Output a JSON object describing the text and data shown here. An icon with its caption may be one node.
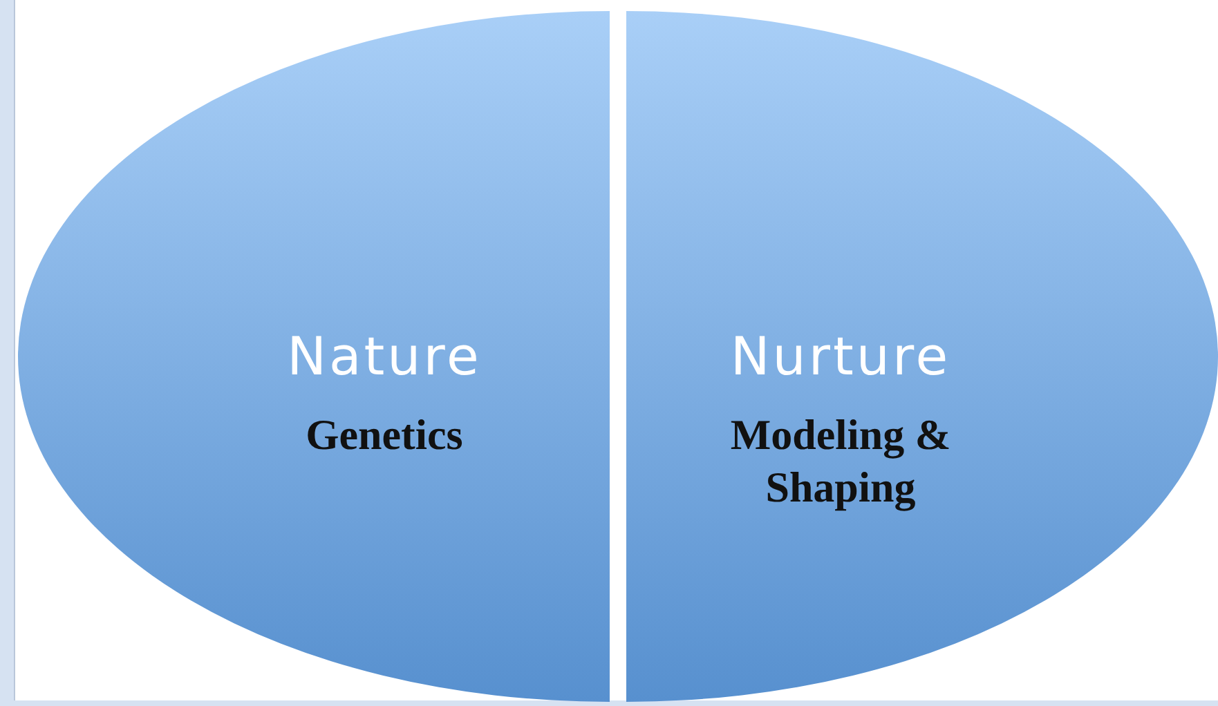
{
  "diagram": {
    "nodes": [
      {
        "text": [
          "Nature",
          "Genetics"
        ]
      },
      {
        "text": [
          "Nurture",
          "Modeling & Shaping"
        ]
      }
    ]
  }
}
